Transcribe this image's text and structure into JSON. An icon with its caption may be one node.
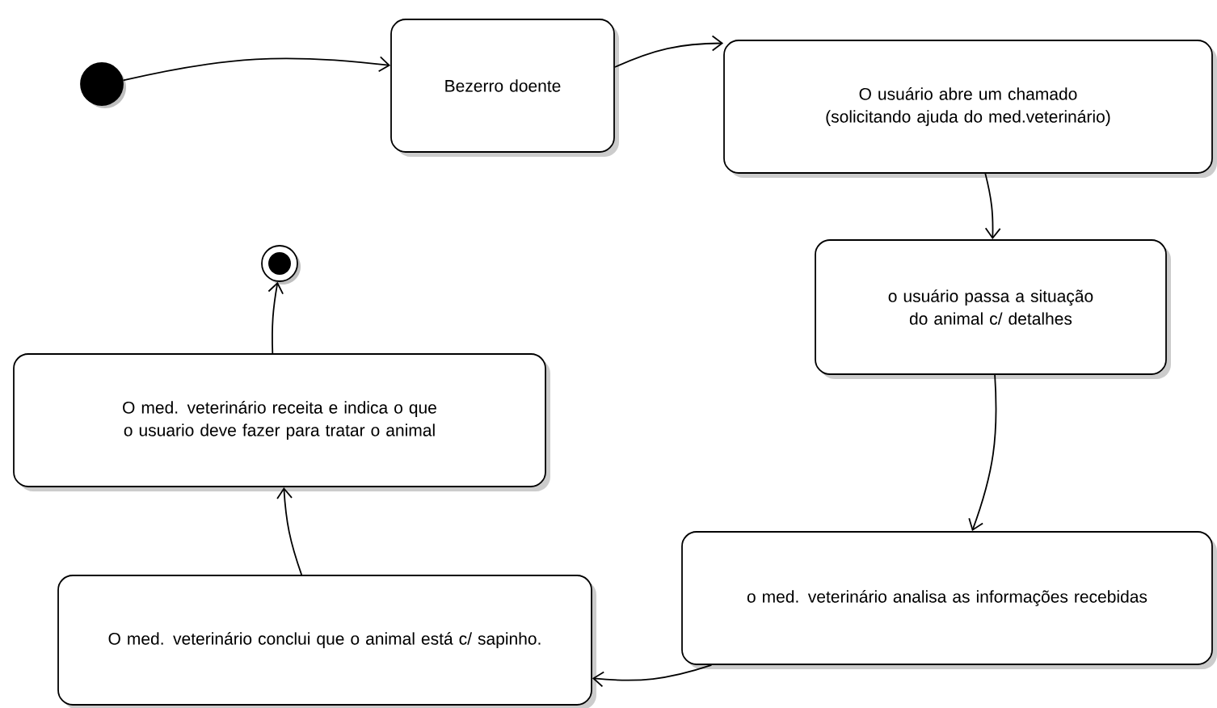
{
  "diagram": {
    "nodes": [
      {
        "text": [],
        "shape": "circle"
      },
      {
        "text": [
          "Bezerro doente"
        ]
      },
      {
        "text": [
          "O usuário abre um chamado (solicitando ajuda do med.veterinário)"
        ]
      },
      {
        "text": [
          "o usuário passa a situação do animal c/ detalhes"
        ]
      },
      {
        "text": [
          "o med. veterinário analisa as informações recebidas"
        ]
      },
      {
        "text": [
          "O med. veterinário conclui que o animal está c/ sapinho."
        ]
      },
      {
        "text": [
          "O med. veterinário receita e indica o que o usuario deve fazer para tratar o animal"
        ]
      },
      {
        "text": [],
        "shape": "circle"
      }
    ],
    "edges": [
      {
        "from": 0,
        "to": 1,
        "arrow": "to"
      },
      {
        "from": 1,
        "to": 2,
        "arrow": "to"
      },
      {
        "from": 2,
        "to": 3,
        "arrow": "to"
      },
      {
        "from": 3,
        "to": 4,
        "arrow": "to"
      },
      {
        "from": 4,
        "to": 5,
        "arrow": "to"
      },
      {
        "from": 5,
        "to": 6,
        "arrow": "to"
      },
      {
        "from": 6,
        "to": 7,
        "arrow": "to"
      }
    ]
  }
}
